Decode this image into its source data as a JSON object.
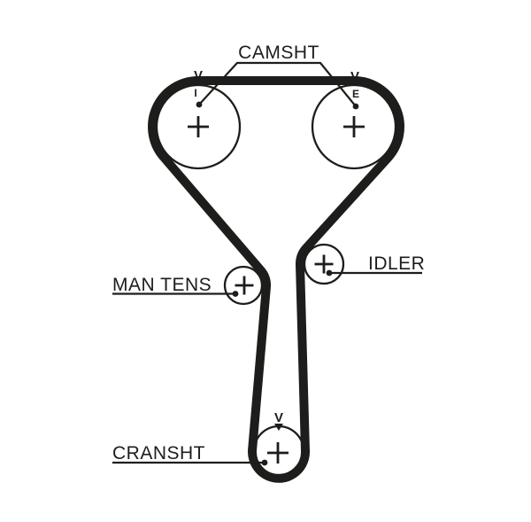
{
  "diagram": {
    "labels": {
      "camshaft": "CAMSHT",
      "man_tens": "MAN TENS",
      "idler": "IDLER",
      "crankshaft": "CRANSHT"
    },
    "timing_marks": {
      "left_cam_v": "V",
      "left_cam_id": "I",
      "right_cam_v": "V",
      "right_cam_id": "E",
      "crank_v": "V"
    },
    "colors": {
      "ink": "#1d1d1b",
      "background": "#ffffff"
    }
  }
}
